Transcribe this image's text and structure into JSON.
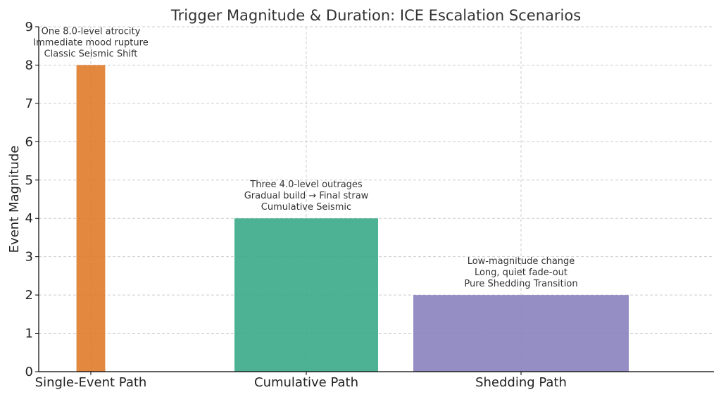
{
  "chart_data": {
    "type": "bar",
    "title": "Trigger Magnitude & Duration: ICE Escalation Scenarios",
    "ylabel": "Event Magnitude",
    "xlabel": "",
    "ylim": [
      0,
      9
    ],
    "yticks": [
      "0",
      "1",
      "2",
      "3",
      "4",
      "5",
      "6",
      "7",
      "8",
      "9"
    ],
    "grid": true,
    "categories": [
      "Single-Event Path",
      "Cumulative Path",
      "Shedding Path"
    ],
    "bars": [
      {
        "category": "Single-Event Path",
        "value": 8,
        "width": 0.2,
        "color": "#e07b2a",
        "annotation": [
          "One 8.0-level atrocity",
          "Immediate mood rupture",
          "Classic Seismic Shift"
        ]
      },
      {
        "category": "Cumulative Path",
        "value": 4,
        "width": 1.0,
        "color": "#3aaa88",
        "annotation": [
          "Three 4.0-level outrages",
          "Gradual build → Final straw",
          "Cumulative Seismic"
        ]
      },
      {
        "category": "Shedding Path",
        "value": 2,
        "width": 1.5,
        "color": "#8a82be",
        "annotation": [
          "Low-magnitude change",
          "Long, quiet fade-out",
          "Pure Shedding Transition"
        ]
      }
    ]
  }
}
